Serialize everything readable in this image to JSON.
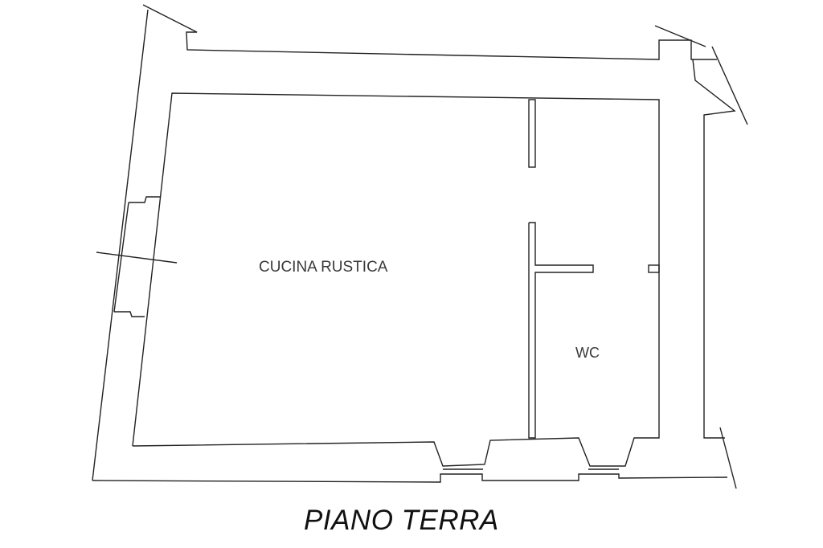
{
  "plan": {
    "title": "PIANO TERRA",
    "rooms": [
      {
        "id": "cucina",
        "label": "CUCINA RUSTICA"
      },
      {
        "id": "wc",
        "label": "WC"
      }
    ],
    "colors": {
      "line": "#222222",
      "text": "#3a3a3a",
      "background": "#ffffff"
    }
  }
}
